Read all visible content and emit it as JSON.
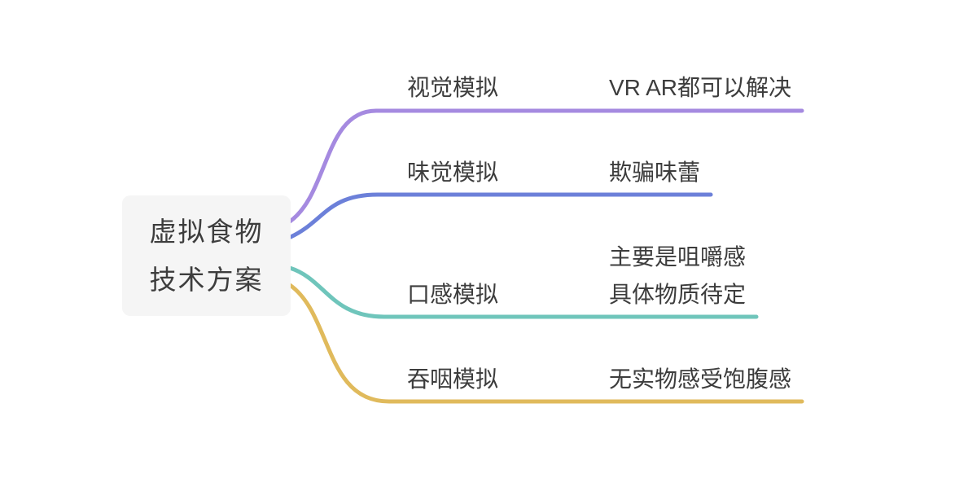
{
  "page": {
    "background_color": "#ffffff",
    "text_color": "#3d3d3d"
  },
  "root": {
    "title_line1": "虚拟食物",
    "title_line2": "技术方案",
    "background_color": "#f5f5f5"
  },
  "branches": [
    {
      "label": "视觉模拟",
      "notes": [
        "VR AR都可以解决"
      ],
      "color": "#a58ae0"
    },
    {
      "label": "味觉模拟",
      "notes": [
        "欺骗味蕾"
      ],
      "color": "#6c80d9"
    },
    {
      "label": "口感模拟",
      "notes": [
        "主要是咀嚼感",
        "具体物质待定"
      ],
      "color": "#6fc5bb"
    },
    {
      "label": "吞咽模拟",
      "notes": [
        "无实物感受饱腹感"
      ],
      "color": "#e0ba5c"
    }
  ]
}
